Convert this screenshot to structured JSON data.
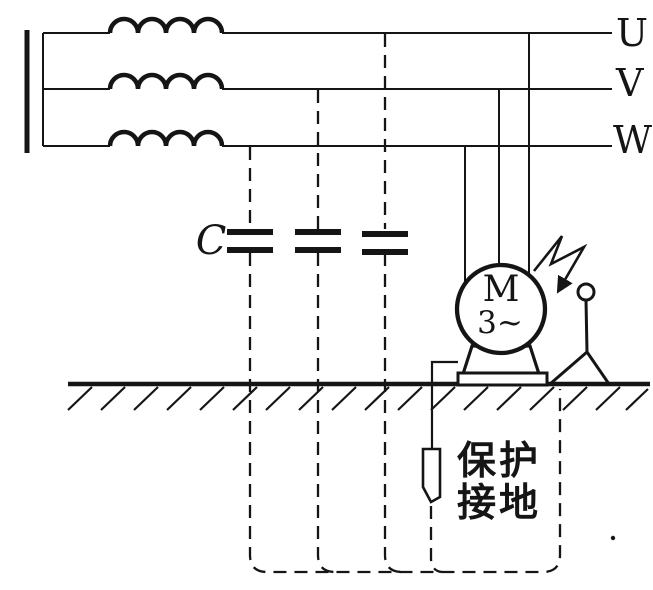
{
  "colors": {
    "ink": "#151515",
    "paper": "#ffffff"
  },
  "phases": [
    {
      "label": "U"
    },
    {
      "label": "V"
    },
    {
      "label": "W"
    }
  ],
  "capacitor": {
    "label": "C"
  },
  "motor": {
    "symbol": "M",
    "phase_text": "3~"
  },
  "earthing": {
    "label_line1": "保护",
    "label_line2": "接地"
  }
}
